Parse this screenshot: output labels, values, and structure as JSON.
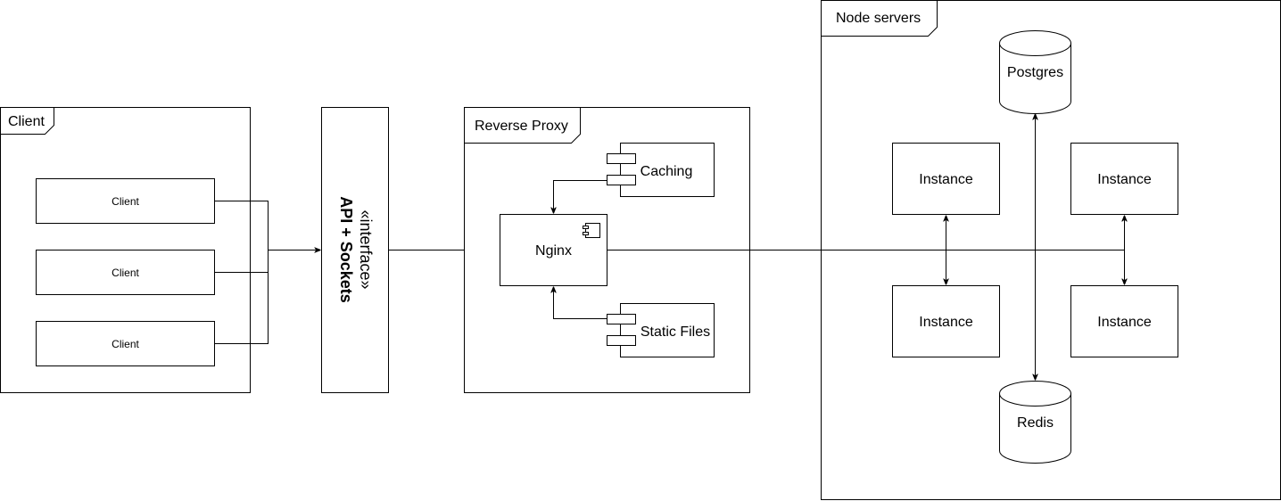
{
  "client": {
    "title": "Client",
    "items": [
      "Client",
      "Client",
      "Client"
    ]
  },
  "interface": {
    "stereotype": "«interface»",
    "name": "API + Sockets"
  },
  "reverse_proxy": {
    "title": "Reverse Proxy",
    "nginx": "Nginx",
    "caching": "Caching",
    "static_files": "Static Files"
  },
  "node_servers": {
    "title": "Node servers",
    "postgres": "Postgres",
    "redis": "Redis",
    "instances": [
      "Instance",
      "Instance",
      "Instance",
      "Instance"
    ]
  }
}
